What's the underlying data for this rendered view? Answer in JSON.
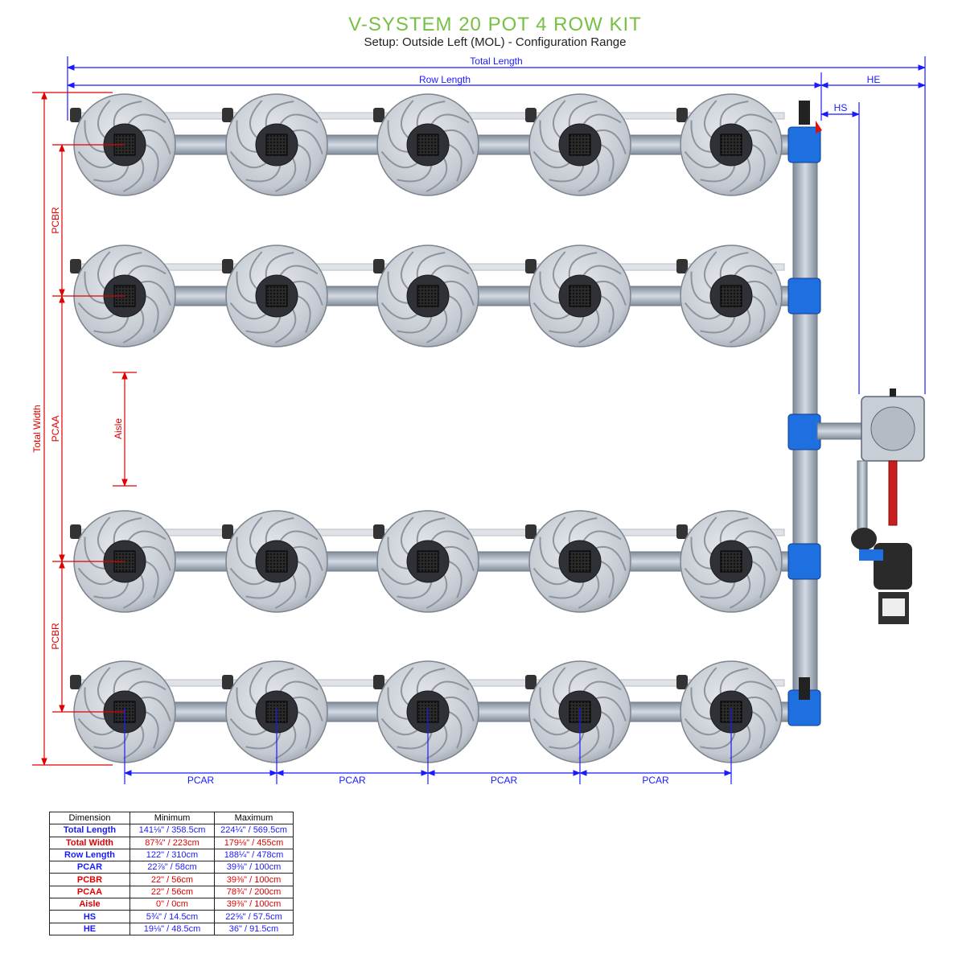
{
  "header": {
    "title": "V-SYSTEM 20 POT 4 ROW KIT",
    "subtitle": "Setup: Outside Left (MOL) - Configuration Range"
  },
  "colors": {
    "title": "#77c043",
    "blue_dimension": "#1a1aff",
    "red_dimension": "#e00000",
    "pot": "#c9cdd4",
    "pipe_blue": "#1e6fe0",
    "hose": "#9aa6b6"
  },
  "dimensions": {
    "total_length": "Total Length",
    "row_length": "Row Length",
    "he": "HE",
    "hs": "HS",
    "total_width": "Total Width",
    "pcbr": "PCBR",
    "pcaa": "PCAA",
    "aisle": "Aisle",
    "pcar": "PCAR"
  },
  "layout_info": {
    "rows": 4,
    "pots_per_row": 5
  },
  "table": {
    "headers": [
      "Dimension",
      "Minimum",
      "Maximum"
    ],
    "rows": [
      {
        "name": "Total Length",
        "min": "141⅛\" / 358.5cm",
        "max": "224¼\" / 569.5cm",
        "color": "blue"
      },
      {
        "name": "Total Width",
        "min": "87¾\" / 223cm",
        "max": "179⅛\" / 455cm",
        "color": "red"
      },
      {
        "name": "Row Length",
        "min": "122\" / 310cm",
        "max": "188¼\" / 478cm",
        "color": "blue"
      },
      {
        "name": "PCAR",
        "min": "22⅞\" / 58cm",
        "max": "39⅜\" / 100cm",
        "color": "blue"
      },
      {
        "name": "PCBR",
        "min": "22\" / 56cm",
        "max": "39⅜\" / 100cm",
        "color": "red"
      },
      {
        "name": "PCAA",
        "min": "22\" / 56cm",
        "max": "78¾\" / 200cm",
        "color": "red"
      },
      {
        "name": "Aisle",
        "min": "0\" / 0cm",
        "max": "39⅜\" / 100cm",
        "color": "red"
      },
      {
        "name": "HS",
        "min": "5¾\" / 14.5cm",
        "max": "22⅝\" / 57.5cm",
        "color": "blue"
      },
      {
        "name": "HE",
        "min": "19⅛\" / 48.5cm",
        "max": "36\" / 91.5cm",
        "color": "blue"
      }
    ]
  }
}
